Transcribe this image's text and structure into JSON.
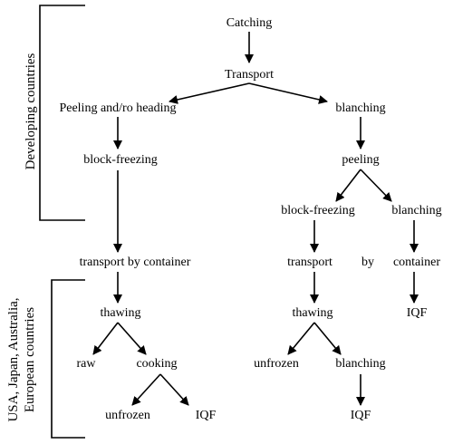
{
  "nodes": {
    "catching": "Catching",
    "transport_top": "Transport",
    "peeling_heading": "Peeling and/ro heading",
    "blanching_top": "blanching",
    "block_freezing_left": "block-freezing",
    "peeling_right": "peeling",
    "block_freezing_right": "block-freezing",
    "blanching_mid": "blanching",
    "transport_by_container": "transport by container",
    "transport_right": "transport",
    "by_word": "by",
    "container_word": "container",
    "thawing_left": "thawing",
    "thawing_right": "thawing",
    "iqf_container": "IQF",
    "raw": "raw",
    "cooking": "cooking",
    "unfrozen_right": "unfrozen",
    "blanching_bottom": "blanching",
    "unfrozen_left": "unfrozen",
    "iqf_left": "IQF",
    "iqf_right": "IQF"
  },
  "brackets": {
    "developing": "Developing countries",
    "importing_line1": "USA, Japan, Australia,",
    "importing_line2": "European countries"
  }
}
